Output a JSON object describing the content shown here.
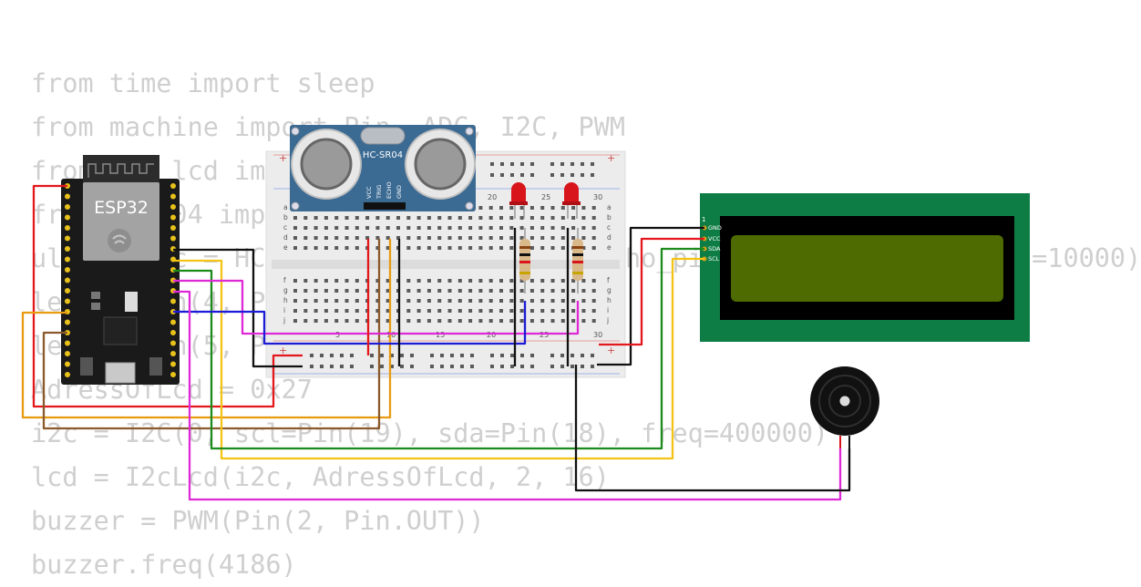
{
  "code_lines": [
    "from time import sleep",
    "from machine import Pin, ADC, I2C, PWM",
    "from i2c_lcd import I2cLcd",
    "from hcsr04 import HCSR04",
    "ultrasonic = HCSR04(trigger_pin=22, echo_pin=23, echo_timeout_us=10000)",
    "led1 = Pin(4, Pin.OUT)",
    "led2 = Pin(5, Pin.OUT)",
    "AdressOfLcd = 0x27",
    "i2c = I2C(0, scl=Pin(19), sda=Pin(18), freq=400000)",
    "lcd = I2cLcd(i2c, AdressOfLcd, 2, 16)",
    "buzzer = PWM(Pin(2, Pin.OUT))",
    "buzzer.freq(4186)"
  ],
  "esp32": {
    "label": "ESP32"
  },
  "sensor": {
    "label": "HC-SR04",
    "pins": [
      "VCC",
      "TRIG",
      "ECHO",
      "GND"
    ]
  },
  "breadboard": {
    "row_letters_top": [
      "a",
      "b",
      "c",
      "d",
      "e"
    ],
    "row_letters_bottom": [
      "f",
      "g",
      "h",
      "i",
      "j"
    ],
    "column_numbers": [
      "20",
      "25",
      "30"
    ],
    "bottom_numbers": [
      "5",
      "10",
      "15",
      "20",
      "25",
      "30"
    ]
  },
  "lcd": {
    "pin_one": "1",
    "pins": [
      "GND",
      "VCC",
      "SDA",
      "SCL"
    ]
  },
  "colors": {
    "breadboard": "#ececec",
    "sensor_board": "#3b6a93",
    "lcd_board": "#0e7d45",
    "lcd_screen": "#4d6b00",
    "led_red": "#d8151b",
    "wire_red": "#e3171c",
    "wire_black": "#111111",
    "wire_yellow": "#f3c316",
    "wire_green": "#1c8b1c",
    "wire_magenta": "#de2ad6",
    "wire_blue": "#1c1cd6",
    "wire_brown": "#8b5a2b",
    "wire_orange": "#e89a10"
  }
}
